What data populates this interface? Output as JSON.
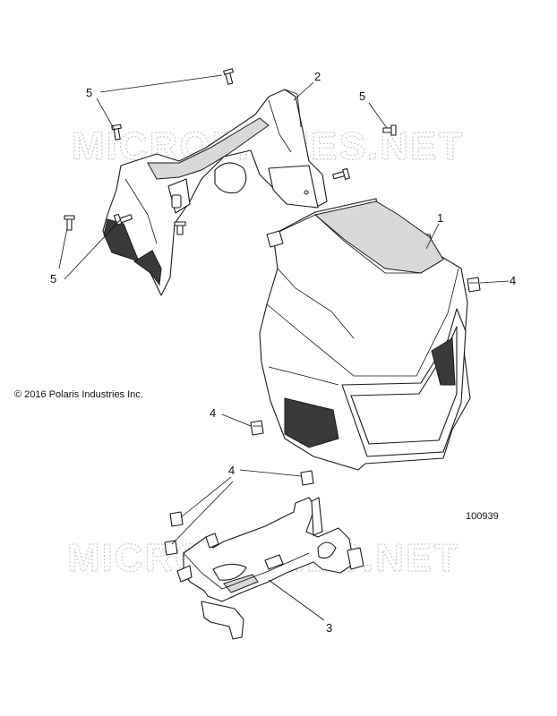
{
  "watermarks": [
    "MICROFICHES.NET",
    "MICROFICHES.NET"
  ],
  "copyright": "© 2016 Polaris Industries Inc.",
  "figure_number": "100939",
  "callouts": {
    "c1": "1",
    "c2": "2",
    "c3": "3",
    "c4a": "4",
    "c4b": "4",
    "c4c": "4",
    "c5a": "5",
    "c5b": "5",
    "c5c": "5"
  },
  "parts": {
    "upper_cover": "part-2",
    "headlight_pod": "part-1",
    "mount_bracket": "part-3",
    "clip": "part-4",
    "screw": "part-5"
  }
}
